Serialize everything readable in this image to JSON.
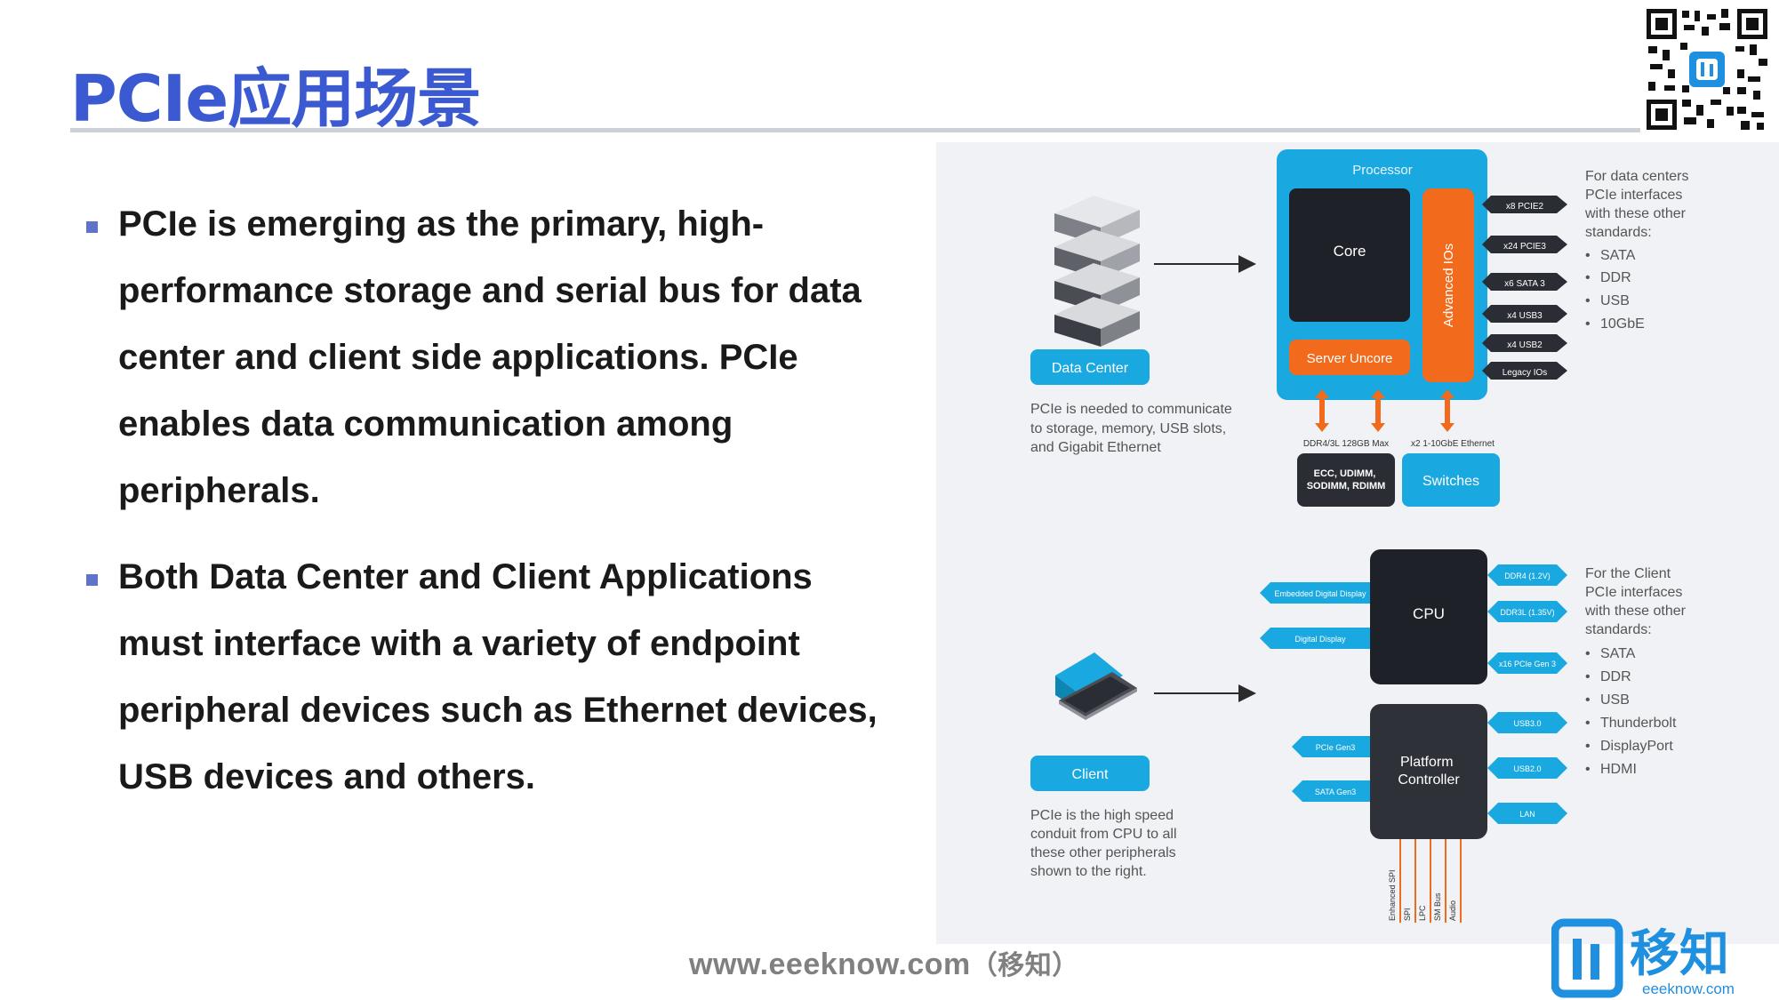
{
  "slide": {
    "title": "PCIe应用场景",
    "bullets": [
      "PCIe is emerging as the primary, high-performance storage and serial bus for data center and client side applications. PCIe enables data communication among peripherals.",
      "Both Data Center and Client Applications must interface with a variety of endpoint peripheral devices such as Ethernet devices, USB devices and others."
    ],
    "footer": {
      "url": "www.eeeknow.com",
      "cn": "（移知）"
    }
  },
  "logo": {
    "text": "移知",
    "subtext": "eeeknow.com"
  },
  "diagram": {
    "data_center": {
      "badge": "Data Center",
      "caption": [
        "PCIe is needed to communicate",
        "to storage, memory, USB slots,",
        "and Gigabit Ethernet"
      ],
      "processor_label": "Processor",
      "core_label": "Core",
      "advanced_ios_label": "Advanced IOs",
      "server_uncore_label": "Server Uncore",
      "right_ports": [
        "x8 PCIE2",
        "x24 PCIE3",
        "x6 SATA 3",
        "x4 USB3",
        "x4 USB2",
        "Legacy IOs"
      ],
      "bottom_labels": [
        "DDR4/3L 128GB Max",
        "x2 1-10GbE Ethernet"
      ],
      "memory_box": [
        "ECC, UDIMM,",
        "SODIMM, RDIMM"
      ],
      "switches_label": "Switches",
      "side_note_title": [
        "For data centers",
        "PCIe interfaces",
        "with these other",
        "standards:"
      ],
      "side_note_items": [
        "SATA",
        "DDR",
        "USB",
        "10GbE"
      ]
    },
    "client": {
      "badge": "Client",
      "caption": [
        "PCIe is the high speed",
        "conduit from CPU to all",
        "these other peripherals",
        "shown to the right."
      ],
      "cpu_label": "CPU",
      "cpu_left_ports": [
        "Embedded Digital Display",
        "Digital Display"
      ],
      "cpu_right_ports": [
        "DDR4 (1.2V)",
        "DDR3L (1.35V)",
        "x16 PCIe Gen 3"
      ],
      "pch_label": [
        "Platform",
        "Controller"
      ],
      "pch_left_ports": [
        "PCIe Gen3",
        "SATA Gen3"
      ],
      "pch_right_ports": [
        "USB3.0",
        "USB2.0",
        "LAN"
      ],
      "pch_bottom": [
        "Enhanced SPI",
        "SPI",
        "LPC",
        "SM Bus",
        "Audio"
      ],
      "side_note_title": [
        "For the Client",
        "PCIe interfaces",
        "with these other",
        "standards:"
      ],
      "side_note_items": [
        "SATA",
        "DDR",
        "USB",
        "Thunderbolt",
        "DisplayPort",
        "HDMI"
      ]
    }
  },
  "colors": {
    "title": "#3b59d1",
    "bullet_marker": "#5f73c9",
    "accent_blue": "#19a8df",
    "accent_orange": "#f26a1b",
    "chip_dark": "#1e2128",
    "panel_bg": "#f1f2f5"
  }
}
